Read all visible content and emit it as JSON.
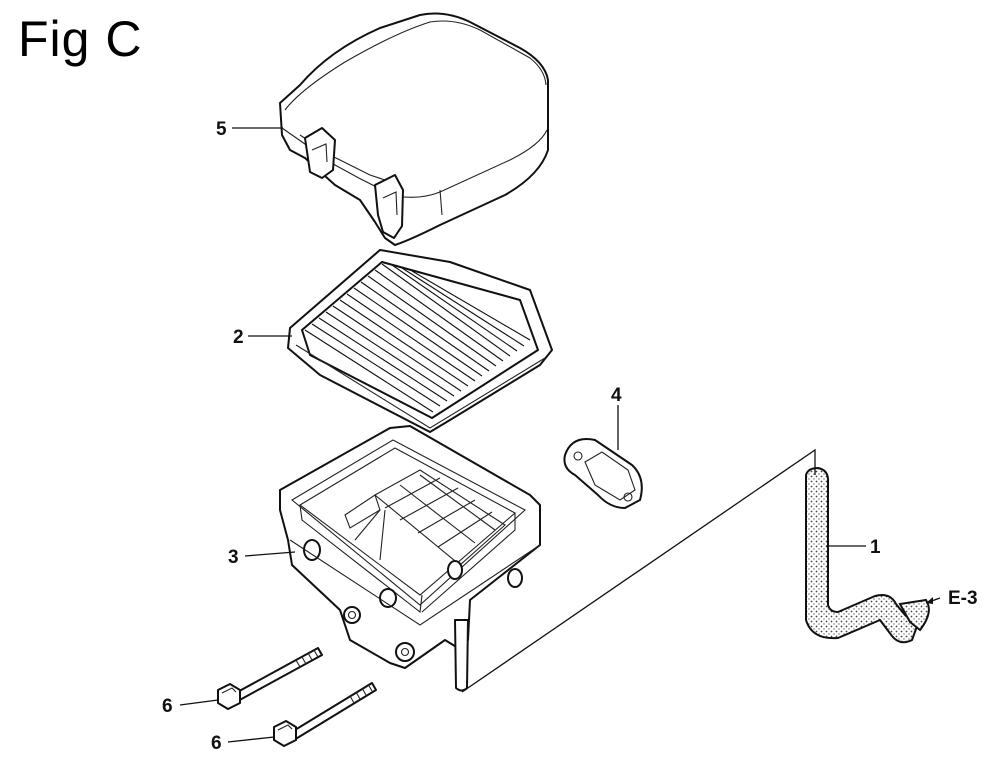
{
  "figure": {
    "title": "Fig C"
  },
  "callouts": {
    "p1": "1",
    "p2": "2",
    "p3": "3",
    "p4": "4",
    "p5": "5",
    "p6a": "6",
    "p6b": "6"
  },
  "reference": {
    "label": "E-3"
  }
}
